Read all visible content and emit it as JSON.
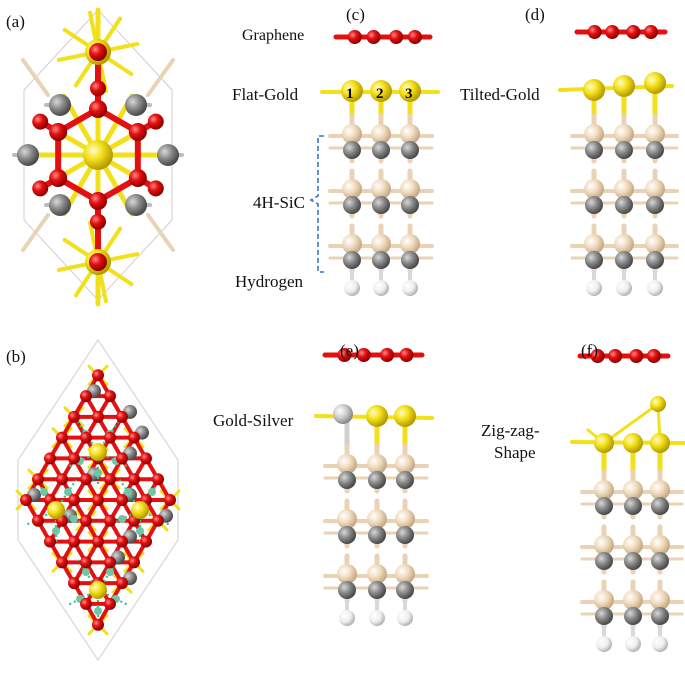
{
  "panels": {
    "a": "(a)",
    "b": "(b)",
    "c": "(c)",
    "d": "(d)",
    "e": "(e)",
    "f": "(f)"
  },
  "labels": {
    "graphene": "Graphene",
    "flat_gold": "Flat-Gold",
    "tilted_gold": "Tilted-Gold",
    "sic": "4H-SiC",
    "hydrogen": "Hydrogen",
    "gold_silver": "Gold-Silver",
    "zigzag_1": "Zig-zag-",
    "zigzag_2": "Shape"
  },
  "site_numbers": [
    "1",
    "2",
    "3"
  ],
  "colors": {
    "carbon_graphene": "#e41010",
    "gold": "#f5e21b",
    "silicon": "#f1dcc0",
    "carbon_sic": "#8a8a8a",
    "hydrogen": "#f2f2f2",
    "silver": "#c8c8c8",
    "bond_green": "#3bbf8f"
  }
}
